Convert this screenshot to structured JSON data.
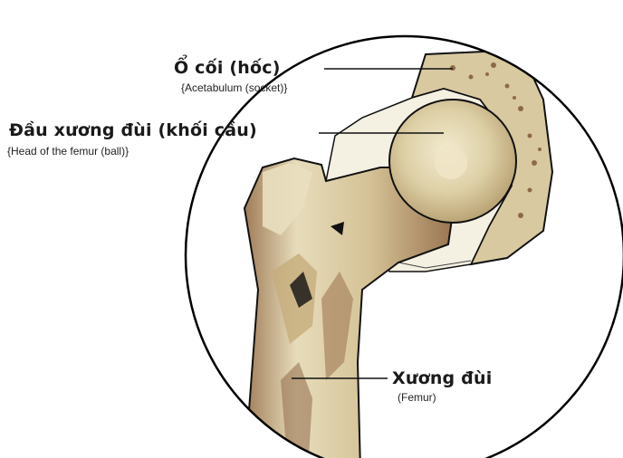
{
  "labels": {
    "acetabulum": {
      "title": "Ổ cối (hốc)",
      "subtitle": "{Acetabulum (socket)}"
    },
    "femoral_head": {
      "title": "Đầu xương đùi (khối cầu)",
      "subtitle": "{Head of the femur (ball)}"
    },
    "femur": {
      "title": "Xương đùi",
      "subtitle": "(Femur)"
    }
  },
  "colors": {
    "bone_light": "#ece3c6",
    "bone_mid": "#cbb68a",
    "bone_dark": "#8f6a48",
    "cartilage": "#f4f0e2",
    "outline": "#111111"
  }
}
